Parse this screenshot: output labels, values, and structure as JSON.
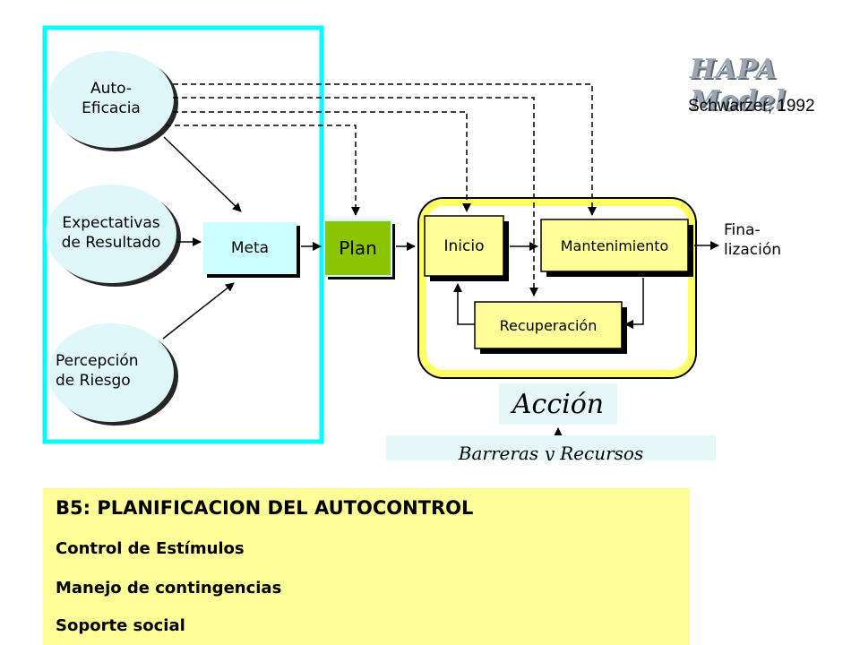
{
  "diagram": {
    "model_title": "HAPA Model",
    "citation": "Schwarzer, 1992",
    "nodes": {
      "auto_eficacia": "Auto-\nEficacia",
      "expectativas": "Expectativas\nde Resultado",
      "percepcion": "Percepción\nde Riesgo",
      "meta": "Meta",
      "plan": "Plan",
      "inicio": "Inicio",
      "mantenimiento": "Mantenimiento",
      "recuperacion": "Recuperación",
      "finalizacion": "Fina-\nlización"
    },
    "accion_label": "Acción",
    "barreras_label": "Barreras y Recursos"
  },
  "panel": {
    "title": "B5: PLANIFICACION DEL AUTOCONTROL",
    "items": [
      "Control de Estímulos",
      "Manejo de contingencias",
      "Soporte social"
    ]
  },
  "colors": {
    "cyan_border": "#00ffff",
    "ellipse_fill": "#dff6fa",
    "box_fill": "#ccffff",
    "plan_fill": "#8bc400",
    "yellow_fill": "#ffff99",
    "yellow_border": "#ffff66"
  }
}
